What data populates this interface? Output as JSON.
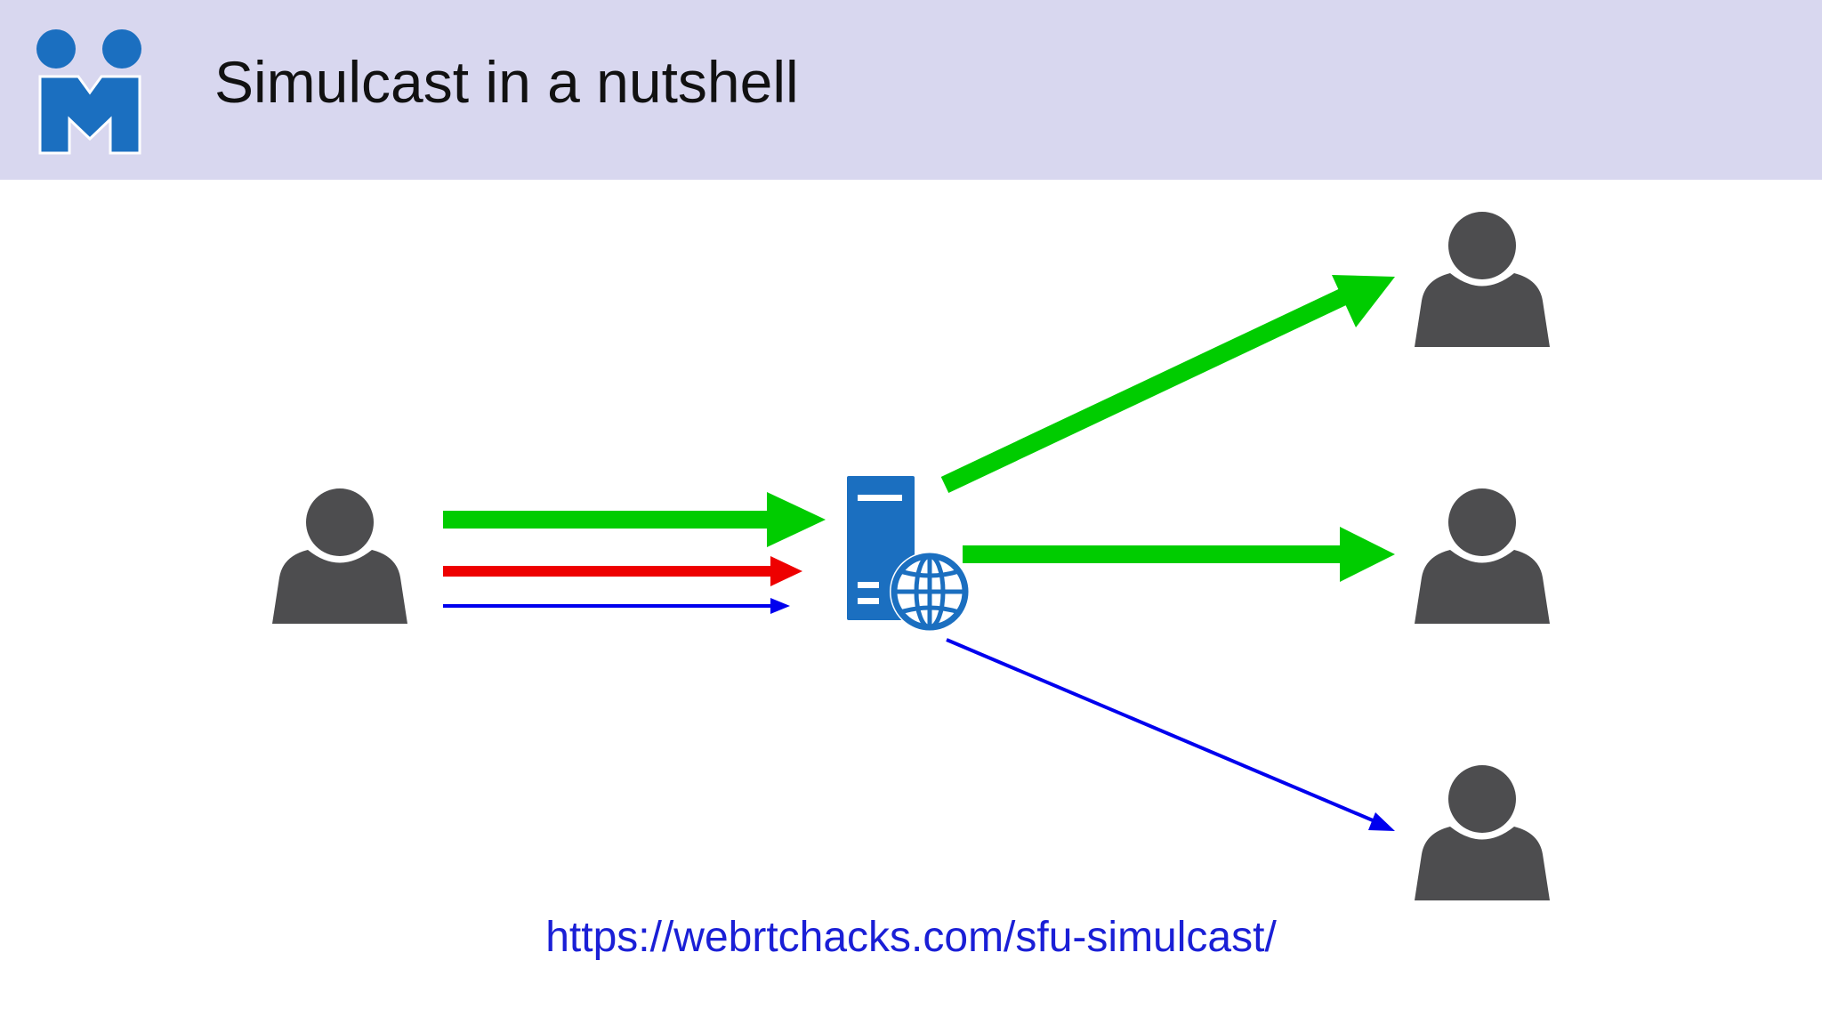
{
  "slide": {
    "title": "Simulcast in a nutshell",
    "link": "https://webrtchacks.com/sfu-simulcast/"
  },
  "logo": {
    "icon": "meetecho-logo-icon",
    "color": "#1b6fc0"
  },
  "diagram": {
    "nodes": [
      {
        "id": "sender",
        "icon": "user-icon"
      },
      {
        "id": "sfu-server",
        "icon": "server-globe-icon"
      },
      {
        "id": "receiver-top",
        "icon": "user-icon"
      },
      {
        "id": "receiver-middle",
        "icon": "user-icon"
      },
      {
        "id": "receiver-bottom",
        "icon": "user-icon"
      }
    ],
    "streams": [
      {
        "from": "sender",
        "to": "sfu-server",
        "quality": "high",
        "color": "#00cc00"
      },
      {
        "from": "sender",
        "to": "sfu-server",
        "quality": "medium",
        "color": "#ee0000"
      },
      {
        "from": "sender",
        "to": "sfu-server",
        "quality": "low",
        "color": "#0000ee"
      },
      {
        "from": "sfu-server",
        "to": "receiver-top",
        "quality": "high",
        "color": "#00cc00"
      },
      {
        "from": "sfu-server",
        "to": "receiver-middle",
        "quality": "high",
        "color": "#00cc00"
      },
      {
        "from": "sfu-server",
        "to": "receiver-bottom",
        "quality": "low",
        "color": "#0000ee"
      }
    ],
    "colors": {
      "user": "#4d4d4f",
      "server": "#1b6fc0",
      "header_bg": "#d8d7ef",
      "link": "#1a1fd6"
    }
  }
}
